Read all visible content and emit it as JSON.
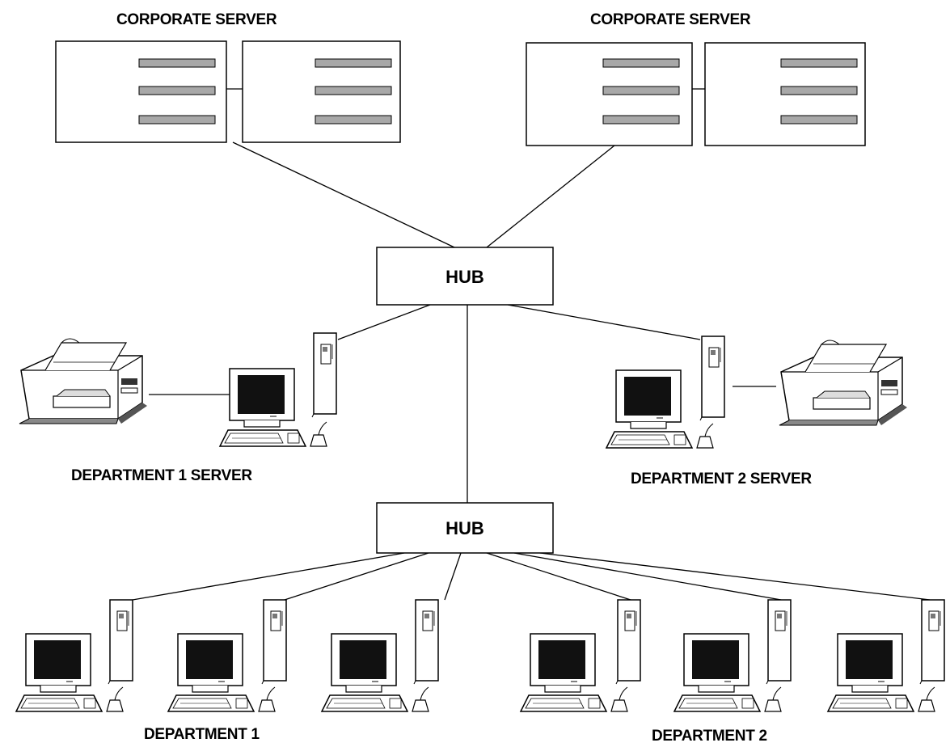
{
  "labels": {
    "corporate_server_left": "CORPORATE SERVER",
    "corporate_server_right": "CORPORATE SERVER",
    "hub_top": "HUB",
    "hub_bottom": "HUB",
    "dept1_server": "DEPARTMENT 1 SERVER",
    "dept2_server": "DEPARTMENT 2 SERVER",
    "dept1": "DEPARTMENT 1",
    "dept2": "DEPARTMENT 2"
  },
  "colors": {
    "line": "#000000",
    "background": "#ffffff",
    "screen": "#111111",
    "bar": "#a8a8a8"
  }
}
